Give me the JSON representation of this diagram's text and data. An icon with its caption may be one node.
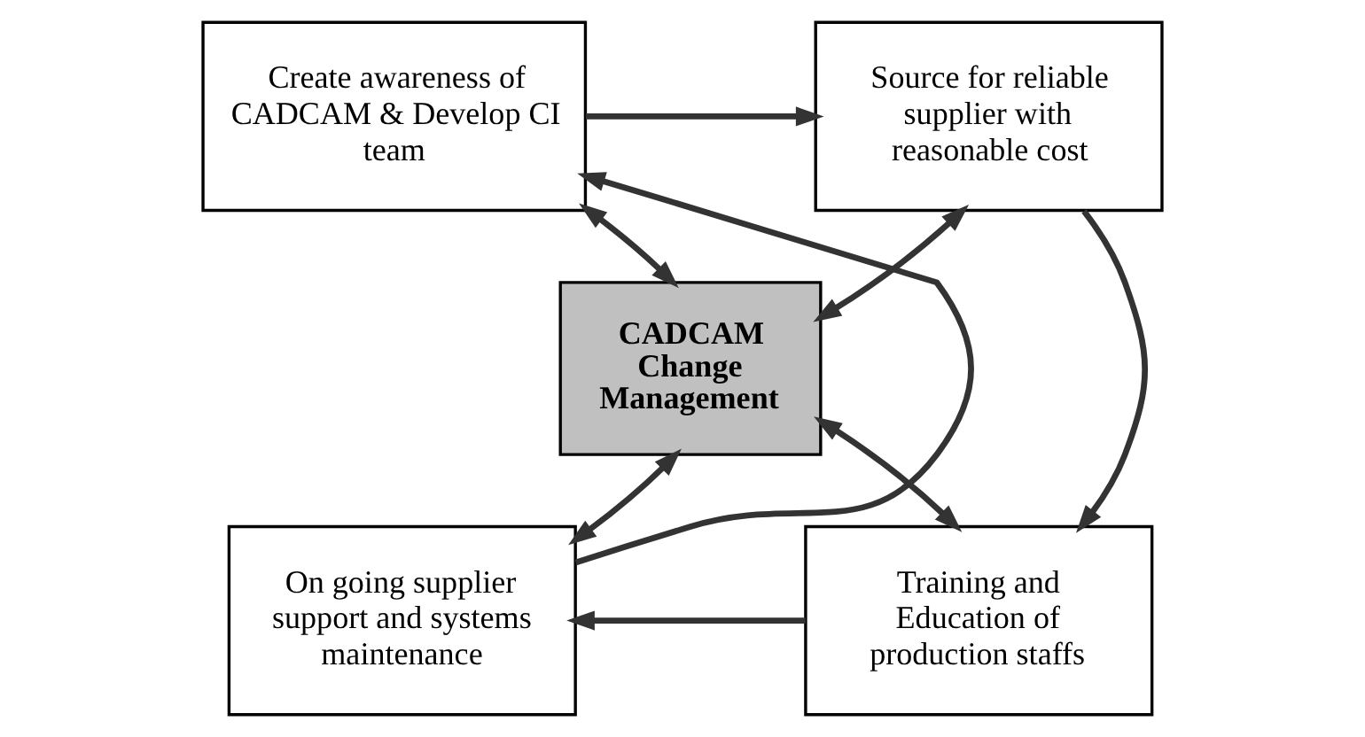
{
  "diagram": {
    "nodes": [
      {
        "text": [
          "Create awareness of CADCAM & Develop CI team"
        ]
      },
      {
        "text": [
          "Source for reliable supplier with reasonable cost"
        ]
      },
      {
        "text": [
          "CADCAM Change Management"
        ]
      },
      {
        "text": [
          "On going supplier support and systems maintenance"
        ]
      },
      {
        "text": [
          "Training and Education of production staffs"
        ]
      }
    ],
    "edges": [
      {
        "from": 0,
        "to": 1,
        "arrow": "to"
      },
      {
        "from": 1,
        "to": 4,
        "arrow": "to"
      },
      {
        "from": 4,
        "to": 3,
        "arrow": "to"
      },
      {
        "from": 3,
        "to": 0,
        "arrow": "to"
      },
      {
        "from": 2,
        "to": 0,
        "arrow": "both"
      },
      {
        "from": 2,
        "to": 1,
        "arrow": "both"
      },
      {
        "from": 2,
        "to": 3,
        "arrow": "both"
      },
      {
        "from": 2,
        "to": 4,
        "arrow": "both"
      }
    ]
  }
}
